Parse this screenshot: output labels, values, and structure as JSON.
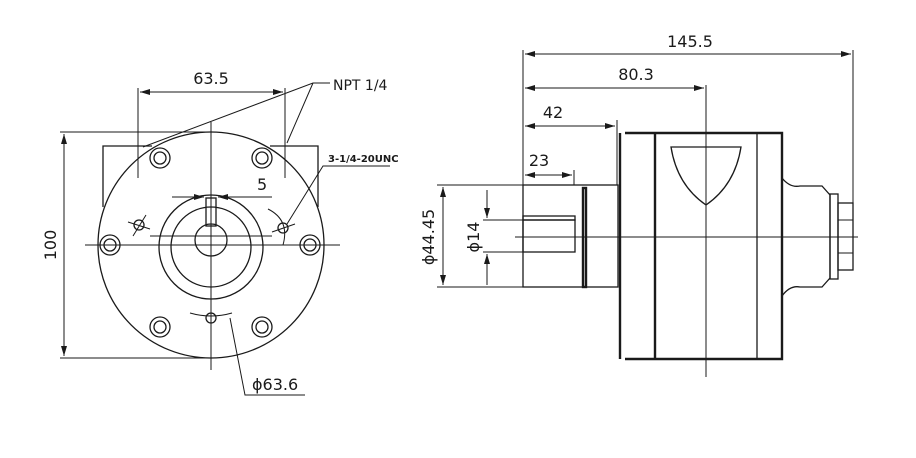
{
  "front_view": {
    "width_dim": "63.5",
    "height_dim": "100",
    "port_label": "NPT 1/4",
    "thread_label": "3-1/4-20UNC",
    "key_dim": "5",
    "bolt_circle_dim": "ϕ63.6"
  },
  "side_view": {
    "overall_length_dim": "145.5",
    "center_dim": "80.3",
    "boss_length_dim": "42",
    "shaft_length_dim": "23",
    "pilot_diameter_dim": "ϕ44.45",
    "shaft_diameter_dim": "ϕ14"
  },
  "colors": {
    "line": "#1a1a1a",
    "background": "#ffffff"
  }
}
